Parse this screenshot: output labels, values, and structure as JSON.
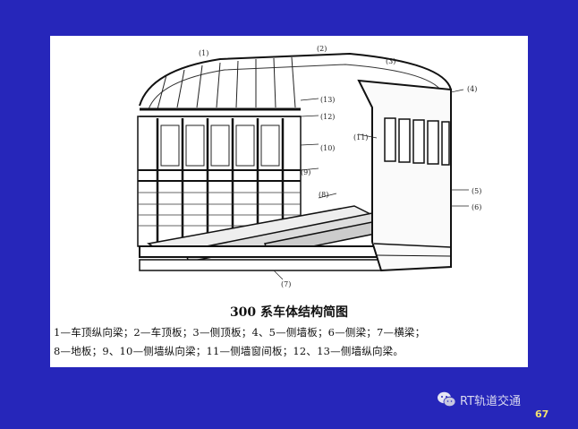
{
  "figure": {
    "title": "300 系车体结构简图",
    "callouts": [
      "(1)",
      "(2)",
      "(3)",
      "(4)",
      "(5)",
      "(6)",
      "(7)",
      "(8)",
      "(9)",
      "(10)",
      "(11)",
      "(12)",
      "(13)"
    ],
    "legend_lines": [
      "1—车顶纵向梁；2—车顶板；3—侧顶板；4、5—侧墙板；6—侧梁；7—横梁；",
      "8—地板；9、10—侧墙纵向梁；11—侧墙窗间板；12、13—侧墙纵向梁。"
    ]
  },
  "brand": {
    "text": "RT轨道交通",
    "icon": "wechat-icon"
  },
  "page_number": "67",
  "colors": {
    "slide_background": "#2626ba",
    "card": "#ffffff",
    "page_number": "#f2e070"
  }
}
